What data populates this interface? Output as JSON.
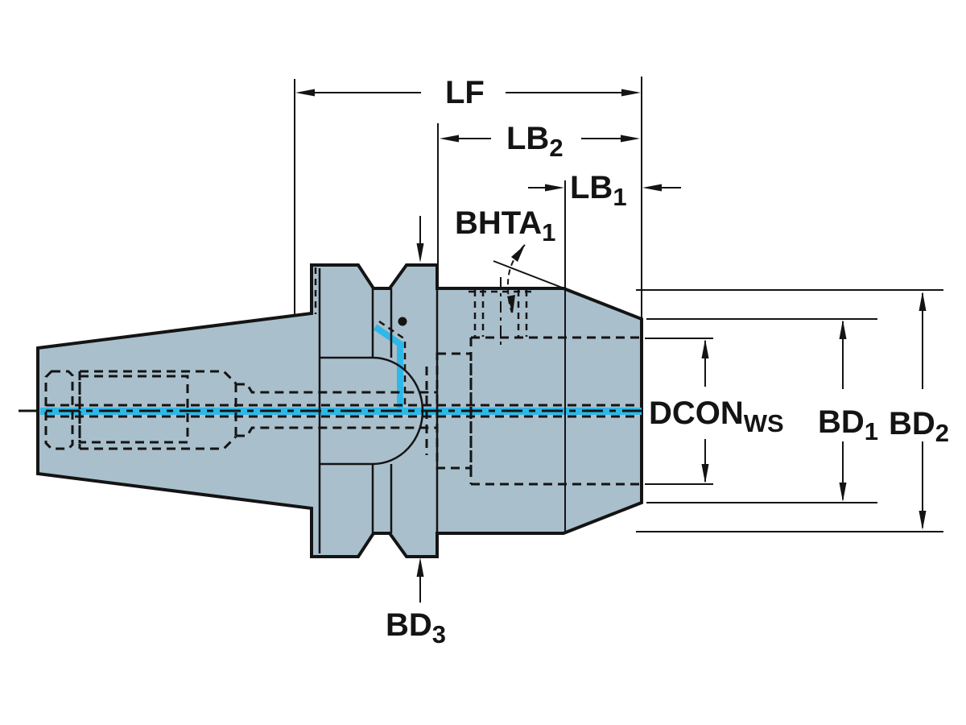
{
  "drawing": {
    "kind": "tool-holder-dimension-diagram",
    "labels": {
      "lf": {
        "main": "LF",
        "sub": ""
      },
      "lb2": {
        "main": "LB",
        "sub": "2"
      },
      "lb1": {
        "main": "LB",
        "sub": "1"
      },
      "bhta1": {
        "main": "BHTA",
        "sub": "1"
      },
      "dconws": {
        "main": "DCON",
        "sub": "WS"
      },
      "bd1": {
        "main": "BD",
        "sub": "1"
      },
      "bd2": {
        "main": "BD",
        "sub": "2"
      },
      "bd3": {
        "main": "BD",
        "sub": "3"
      }
    },
    "colors": {
      "background": "#ffffff",
      "body": "#a9bfcc",
      "line": "#141414",
      "coolant": "#2eb8e8"
    }
  }
}
